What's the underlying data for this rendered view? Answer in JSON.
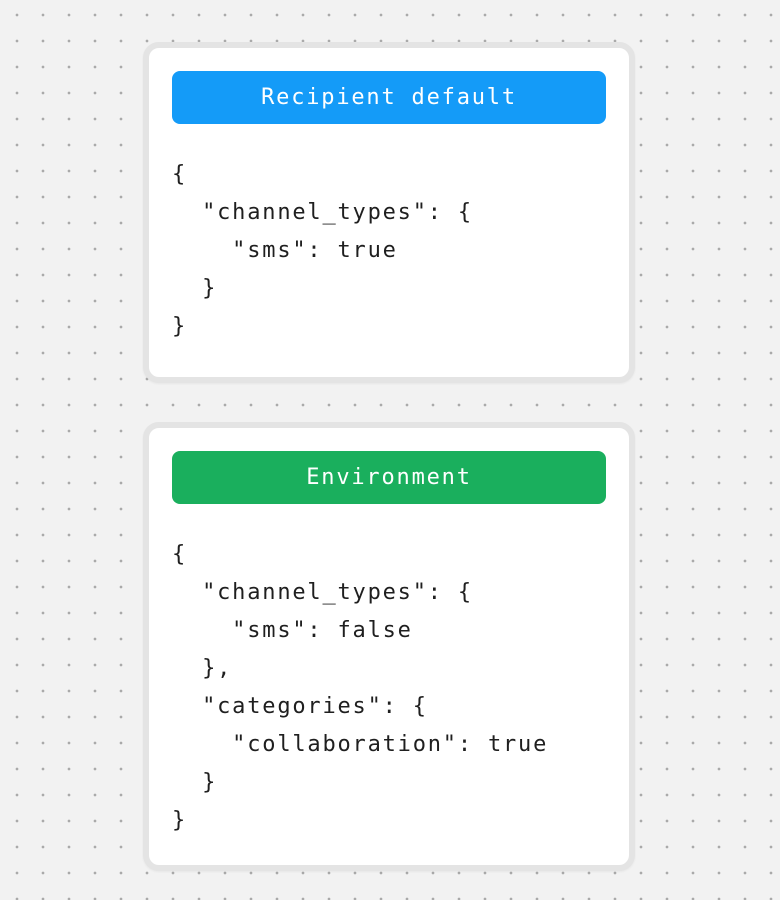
{
  "background": {
    "color": "#f2f2f2",
    "dot_color": "#aaaaaa"
  },
  "cards": [
    {
      "id": "recipient-default",
      "header": {
        "label": "Recipient default",
        "color": "#149bf8",
        "style": "background:#149bf8"
      },
      "code_lines": [
        "{",
        "  \"channel_types\": {",
        "    \"sms\": true",
        "  }",
        "}"
      ]
    },
    {
      "id": "environment",
      "header": {
        "label": "Environment",
        "color": "#1aaf5d",
        "style": "background:#1aaf5d"
      },
      "code_lines": [
        "{",
        "  \"channel_types\": {",
        "    \"sms\": false",
        "  },",
        "  \"categories\": {",
        "    \"collaboration\": true",
        "  }",
        "}"
      ]
    }
  ]
}
